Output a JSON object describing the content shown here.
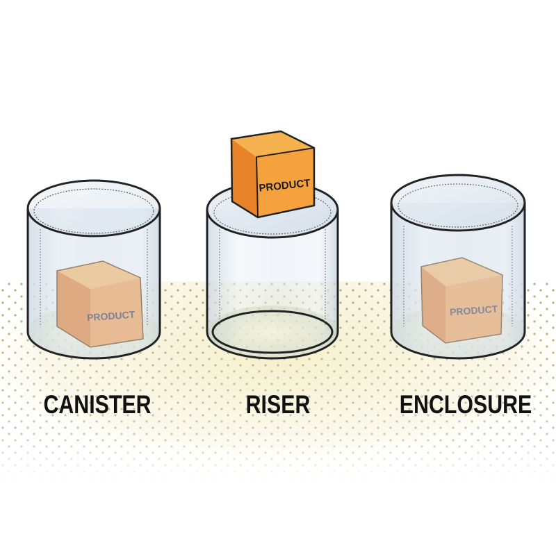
{
  "containers": [
    {
      "label": "CANISTER",
      "box_label": "PRODUCT"
    },
    {
      "label": "RISER",
      "box_label": "PRODUCT"
    },
    {
      "label": "ENCLOSURE",
      "box_label": "PRODUCT"
    }
  ],
  "colors": {
    "product_front": "#f0a765",
    "product_side": "#e38d4a",
    "product_top": "#f6bd7c",
    "product_bright_front": "#f5a23e",
    "product_bright_side": "#e9832a",
    "product_bright_top": "#f6b24e",
    "glass_fill": "#dde6ef",
    "glass_outline": "#222222",
    "floor_tint": "#f3edc2",
    "dot_color": "#b8ac7a",
    "label_text": "#111111"
  },
  "icons": [
    "canister-icon",
    "riser-icon",
    "enclosure-icon",
    "product-box-icon"
  ]
}
